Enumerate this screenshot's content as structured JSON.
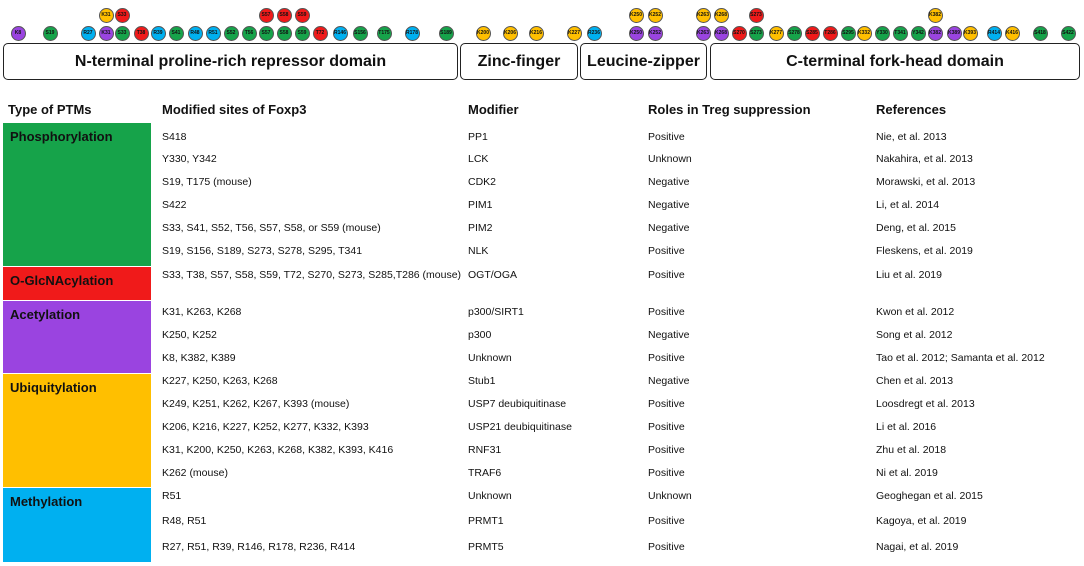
{
  "colors": {
    "phosphorylation": "#16A34A",
    "oglcnacylation": "#F01A1A",
    "acetylation": "#9A44E0",
    "ubiquitylation": "#FFBF00",
    "methylation": "#00B0F0"
  },
  "sites": [
    {
      "label": "K8",
      "type": "acetylation"
    },
    {
      "label": "S19",
      "type": "phosphorylation"
    },
    {
      "label": "R27",
      "type": "methylation"
    },
    {
      "label": "K31",
      "type": "acetylation"
    },
    {
      "label": "K31",
      "type": "ubiquitylation"
    },
    {
      "label": "S33",
      "type": "phosphorylation"
    },
    {
      "label": "S33",
      "type": "oglcnacylation"
    },
    {
      "label": "T38",
      "type": "oglcnacylation"
    },
    {
      "label": "R39",
      "type": "methylation"
    },
    {
      "label": "S41",
      "type": "phosphorylation"
    },
    {
      "label": "R48",
      "type": "methylation"
    },
    {
      "label": "R51",
      "type": "methylation"
    },
    {
      "label": "S52",
      "type": "phosphorylation"
    },
    {
      "label": "T56",
      "type": "phosphorylation"
    },
    {
      "label": "S57",
      "type": "phosphorylation"
    },
    {
      "label": "S57",
      "type": "oglcnacylation"
    },
    {
      "label": "S58",
      "type": "phosphorylation"
    },
    {
      "label": "S58",
      "type": "oglcnacylation"
    },
    {
      "label": "S59",
      "type": "phosphorylation"
    },
    {
      "label": "S59",
      "type": "oglcnacylation"
    },
    {
      "label": "T72",
      "type": "oglcnacylation"
    },
    {
      "label": "R146",
      "type": "methylation"
    },
    {
      "label": "S156",
      "type": "phosphorylation"
    },
    {
      "label": "T175",
      "type": "phosphorylation"
    },
    {
      "label": "R178",
      "type": "methylation"
    },
    {
      "label": "S189",
      "type": "phosphorylation"
    },
    {
      "label": "K200",
      "type": "ubiquitylation"
    },
    {
      "label": "K206",
      "type": "ubiquitylation"
    },
    {
      "label": "K216",
      "type": "ubiquitylation"
    },
    {
      "label": "K227",
      "type": "ubiquitylation"
    },
    {
      "label": "R236",
      "type": "methylation"
    },
    {
      "label": "K250",
      "type": "acetylation"
    },
    {
      "label": "K250",
      "type": "ubiquitylation"
    },
    {
      "label": "K252",
      "type": "acetylation"
    },
    {
      "label": "K252",
      "type": "ubiquitylation"
    },
    {
      "label": "K263",
      "type": "acetylation"
    },
    {
      "label": "K263",
      "type": "ubiquitylation"
    },
    {
      "label": "K268",
      "type": "acetylation"
    },
    {
      "label": "K268",
      "type": "ubiquitylation"
    },
    {
      "label": "S270",
      "type": "oglcnacylation"
    },
    {
      "label": "S273",
      "type": "phosphorylation"
    },
    {
      "label": "S273",
      "type": "oglcnacylation"
    },
    {
      "label": "K277",
      "type": "ubiquitylation"
    },
    {
      "label": "S278",
      "type": "phosphorylation"
    },
    {
      "label": "S285",
      "type": "oglcnacylation"
    },
    {
      "label": "T286",
      "type": "oglcnacylation"
    },
    {
      "label": "S295",
      "type": "phosphorylation"
    },
    {
      "label": "K332",
      "type": "ubiquitylation"
    },
    {
      "label": "Y330",
      "type": "phosphorylation"
    },
    {
      "label": "T341",
      "type": "phosphorylation"
    },
    {
      "label": "Y342",
      "type": "phosphorylation"
    },
    {
      "label": "K382",
      "type": "acetylation"
    },
    {
      "label": "K382",
      "type": "ubiquitylation"
    },
    {
      "label": "K389",
      "type": "acetylation"
    },
    {
      "label": "K393",
      "type": "ubiquitylation"
    },
    {
      "label": "R414",
      "type": "methylation"
    },
    {
      "label": "K416",
      "type": "ubiquitylation"
    },
    {
      "label": "S418",
      "type": "phosphorylation"
    },
    {
      "label": "S422",
      "type": "phosphorylation"
    }
  ],
  "domains": [
    "N-terminal proline-rich repressor domain",
    "Zinc-finger",
    "Leucine-zipper",
    "C-terminal fork-head domain"
  ],
  "headers": {
    "type": "Type of PTMs",
    "sites": "Modified sites of Foxp3",
    "modifier": "Modifier",
    "role": "Roles in Treg suppression",
    "refs": "References"
  },
  "groups": [
    {
      "name": "Phosphorylation",
      "color": "phosphorylation"
    },
    {
      "name": "O-GlcNAcylation",
      "color": "oglcnacylation"
    },
    {
      "name": "Acetylation",
      "color": "acetylation"
    },
    {
      "name": "Ubiquitylation",
      "color": "ubiquitylation"
    },
    {
      "name": "Methylation",
      "color": "methylation"
    }
  ],
  "rows": [
    {
      "sites": "S418",
      "modifier": "PP1",
      "role": "Positive",
      "ref": "Nie, et al. 2013"
    },
    {
      "sites": "Y330, Y342",
      "modifier": "LCK",
      "role": "Unknown",
      "ref": "Nakahira, et al. 2013"
    },
    {
      "sites": "S19,  T175 (mouse)",
      "modifier": "CDK2",
      "role": "Negative",
      "ref": "Morawski, et al. 2013"
    },
    {
      "sites": "S422",
      "modifier": "PIM1",
      "role": "Negative",
      "ref": "Li, et al. 2014"
    },
    {
      "sites": "S33, S41, S52, T56, S57, S58, or S59  (mouse)",
      "modifier": "PIM2",
      "role": "Negative",
      "ref": "Deng, et al. 2015"
    },
    {
      "sites": "S19, S156, S189, S273, S278, S295, T341",
      "modifier": "NLK",
      "role": "Positive",
      "ref": "Fleskens, et al. 2019"
    },
    {
      "sites": "S33, T38, S57, S58, S59, T72, S270, S273, S285,T286 (mouse)",
      "modifier": "OGT/OGA",
      "role": "Positive",
      "ref": "Liu et al. 2019"
    },
    {
      "sites": "K31, K263, K268",
      "modifier": "p300/SIRT1",
      "role": "Positive",
      "ref": "Kwon et al. 2012"
    },
    {
      "sites": "K250, K252",
      "modifier": "p300",
      "role": "Negative",
      "ref": "Song et al. 2012"
    },
    {
      "sites": "K8, K382, K389",
      "modifier": "Unknown",
      "role": "Positive",
      "ref": "Tao et al. 2012; Samanta et al. 2012"
    },
    {
      "sites": "K227, K250, K263, K268",
      "modifier": "Stub1",
      "role": "Negative",
      "ref": "Chen et al. 2013"
    },
    {
      "sites": "K249, K251, K262, K267, K393 (mouse)",
      "modifier": "USP7 deubiquitinase",
      "role": "Positive",
      "ref": "Loosdregt et al. 2013"
    },
    {
      "sites": "K206, K216, K227, K252, K277, K332, K393",
      "modifier": "USP21 deubiquitinase",
      "role": "Positive",
      "ref": "Li et al. 2016"
    },
    {
      "sites": "K31, K200, K250, K263, K268, K382, K393, K416",
      "modifier": "RNF31",
      "role": "Positive",
      "ref": "Zhu et al. 2018"
    },
    {
      "sites": "K262 (mouse)",
      "modifier": "TRAF6",
      "role": "Positive",
      "ref": "Ni et al. 2019"
    },
    {
      "sites": "R51",
      "modifier": "Unknown",
      "role": "Unknown",
      "ref": "Geoghegan et al. 2015"
    },
    {
      "sites": "R48, R51",
      "modifier": "PRMT1",
      "role": "Positive",
      "ref": "Kagoya, et al. 2019"
    },
    {
      "sites": "R27, R51,  R39, R146, R178, R236, R414",
      "modifier": "PRMT5",
      "role": "Positive",
      "ref": "Nagai, et al. 2019"
    }
  ]
}
